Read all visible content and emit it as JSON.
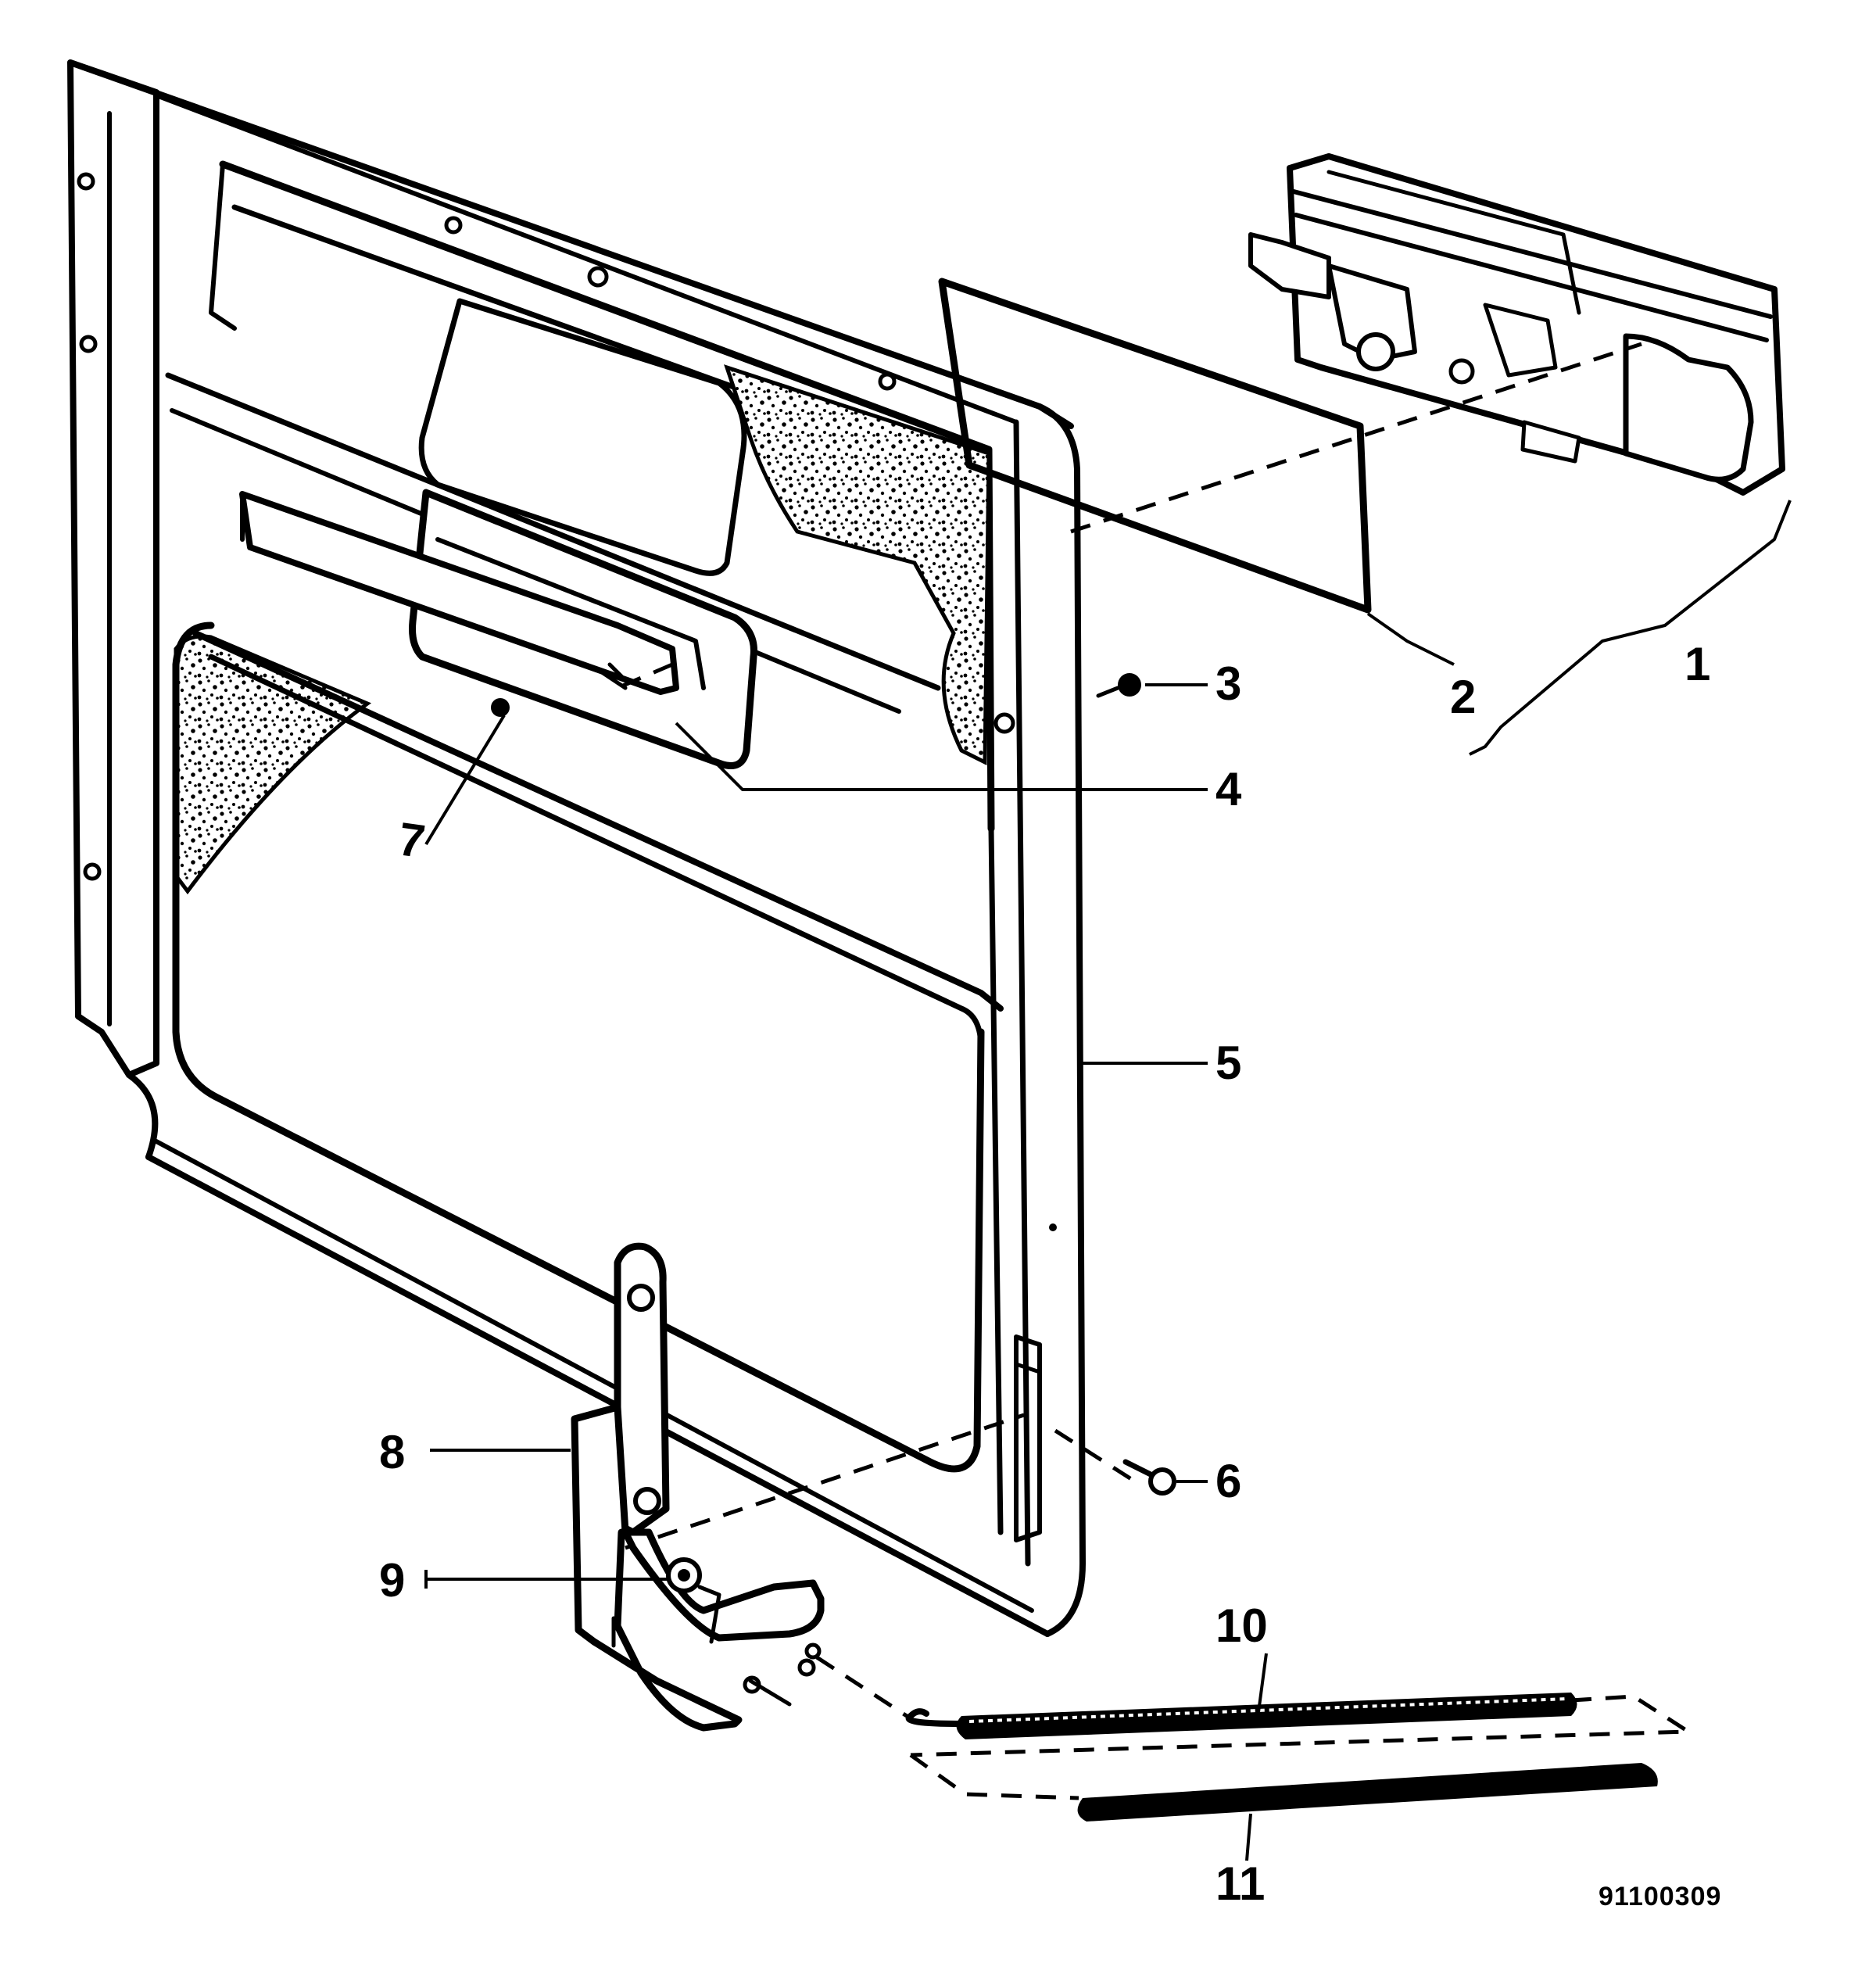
{
  "diagram": {
    "callouts": [
      {
        "id": "1",
        "text": "1"
      },
      {
        "id": "2",
        "text": "2"
      },
      {
        "id": "3",
        "text": "3"
      },
      {
        "id": "4",
        "text": "4"
      },
      {
        "id": "5",
        "text": "5"
      },
      {
        "id": "6",
        "text": "6"
      },
      {
        "id": "7",
        "text": "7"
      },
      {
        "id": "8",
        "text": "8"
      },
      {
        "id": "9",
        "text": "9"
      },
      {
        "id": "10",
        "text": "10"
      },
      {
        "id": "11",
        "text": "11"
      }
    ],
    "document_number": "91100309"
  }
}
